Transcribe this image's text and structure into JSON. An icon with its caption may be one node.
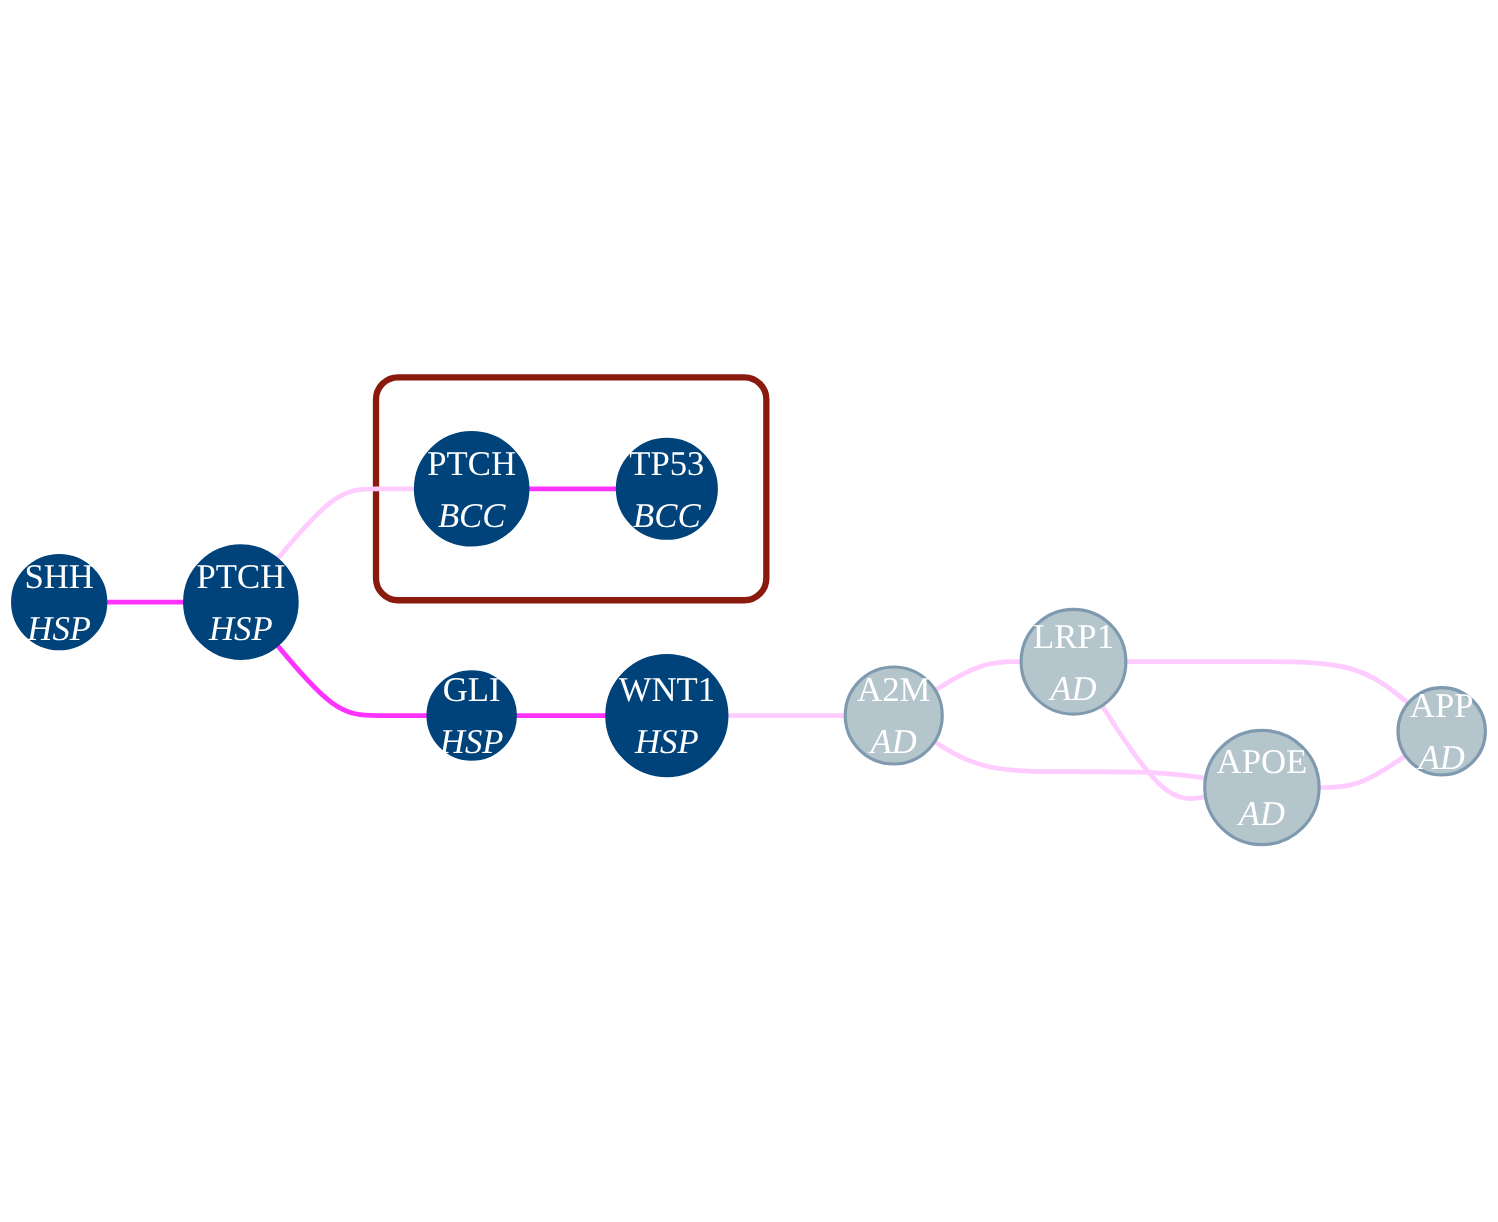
{
  "diagram": {
    "nodes": [
      {
        "text": [
          "SHH",
          "HSP"
        ]
      },
      {
        "text": [
          "PTCH",
          "HSP"
        ]
      },
      {
        "text": [],
        "shape": "box"
      },
      {
        "text": [
          "PTCH",
          "BCC"
        ],
        "in": 2
      },
      {
        "text": [
          "TP53",
          "BCC"
        ],
        "in": 2
      },
      {
        "text": [
          "GLI",
          "HSP"
        ]
      },
      {
        "text": [
          "WNT1",
          "HSP"
        ]
      },
      {
        "text": [
          "A2M",
          "AD"
        ]
      },
      {
        "text": [
          "LRP1",
          "AD"
        ]
      },
      {
        "text": [
          "APOE",
          "AD"
        ]
      },
      {
        "text": [
          "APP",
          "AD"
        ]
      }
    ],
    "edges": [
      {
        "from": 0,
        "to": 1,
        "arrow": "none",
        "color": "#ff33ff"
      },
      {
        "from": 1,
        "to": 3,
        "arrow": "none"
      },
      {
        "from": 3,
        "to": 4,
        "arrow": "none",
        "color": "#ff33ff"
      },
      {
        "from": 1,
        "to": 5,
        "arrow": "none",
        "color": "#ff33ff"
      },
      {
        "from": 5,
        "to": 6,
        "arrow": "none",
        "color": "#ff33ff"
      },
      {
        "from": 6,
        "to": 7,
        "arrow": "none"
      },
      {
        "from": 7,
        "to": 8,
        "arrow": "none"
      },
      {
        "from": 7,
        "to": 9,
        "arrow": "none"
      },
      {
        "from": 8,
        "to": 9,
        "arrow": "none"
      },
      {
        "from": 8,
        "to": 10,
        "arrow": "none"
      },
      {
        "from": 9,
        "to": 10,
        "arrow": "none"
      }
    ]
  }
}
